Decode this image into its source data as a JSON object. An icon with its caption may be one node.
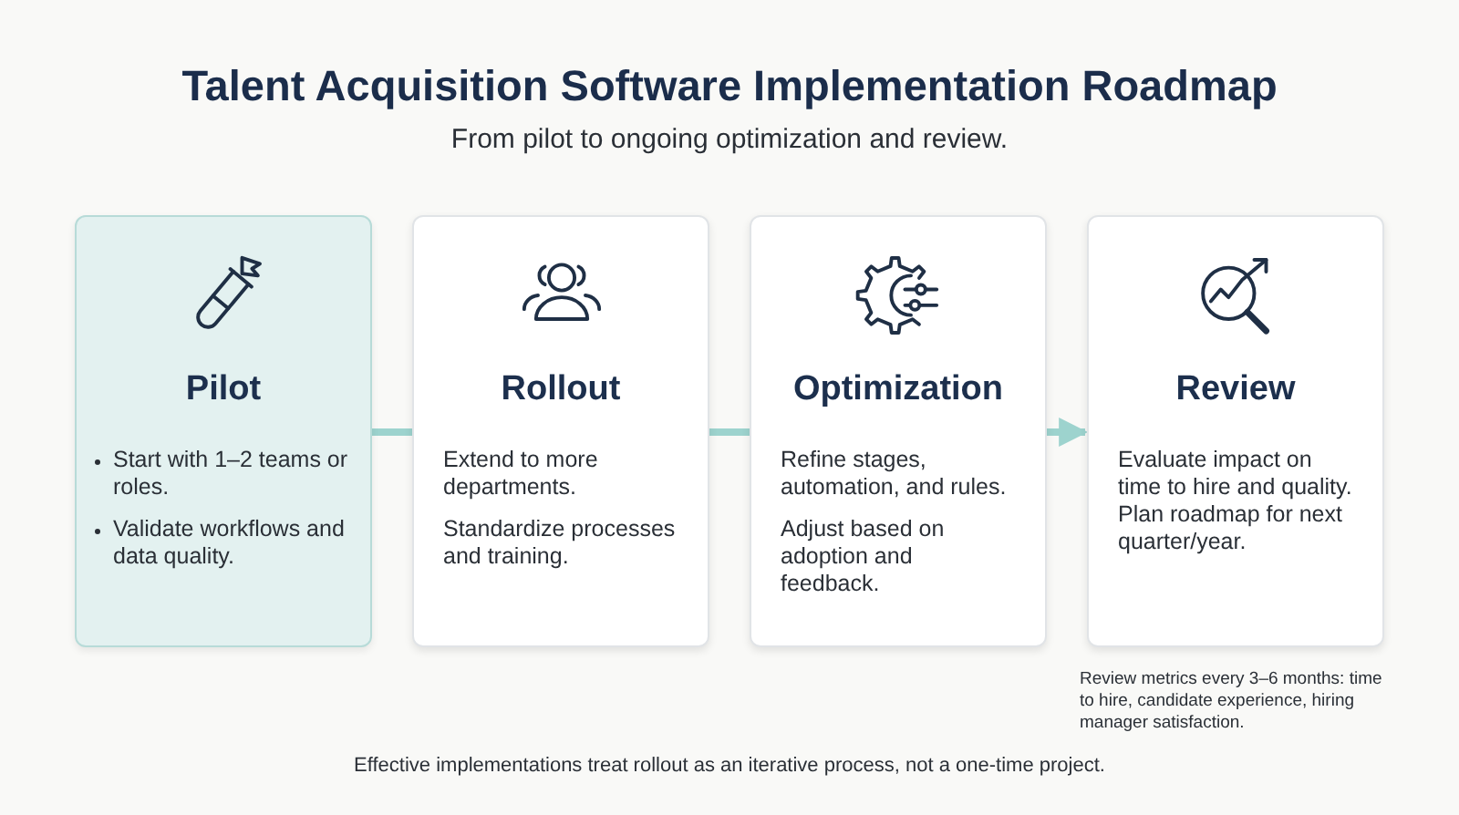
{
  "diagram": {
    "title": "Talent Acquisition Software Implementation Roadmap",
    "caption": "Effective implementations treat rollout as an iterative process, not a one-time project.",
    "nodes": [
      {
        "text": [
          "Pilot",
          "Start with 1–2 teams or roles.",
          "Validate workflows and data quality."
        ]
      },
      {
        "text": [
          "Rollout",
          "Extend to more departments.",
          "Standardize processes and training."
        ]
      },
      {
        "text": [
          "Optimization",
          "Refine stages, automation, and rules.",
          "Adjust based on adoption and feedback."
        ]
      },
      {
        "text": [
          "Review",
          "Evaluate impact on time to hire and quality.",
          "Plan roadmap for next quarter/year."
        ],
        "beside": [
          "Review metrics every 3–6 months: time to hire, candidate experience, hiring manager satisfaction."
        ]
      }
    ],
    "edges": [
      {
        "from": 0,
        "to": 1,
        "arrow": "none"
      },
      {
        "from": 1,
        "to": 2,
        "arrow": "none"
      },
      {
        "from": 2,
        "to": 3,
        "arrow": "to"
      }
    ],
    "labels": [
      "From pilot to ongoing optimization and review."
    ]
  }
}
